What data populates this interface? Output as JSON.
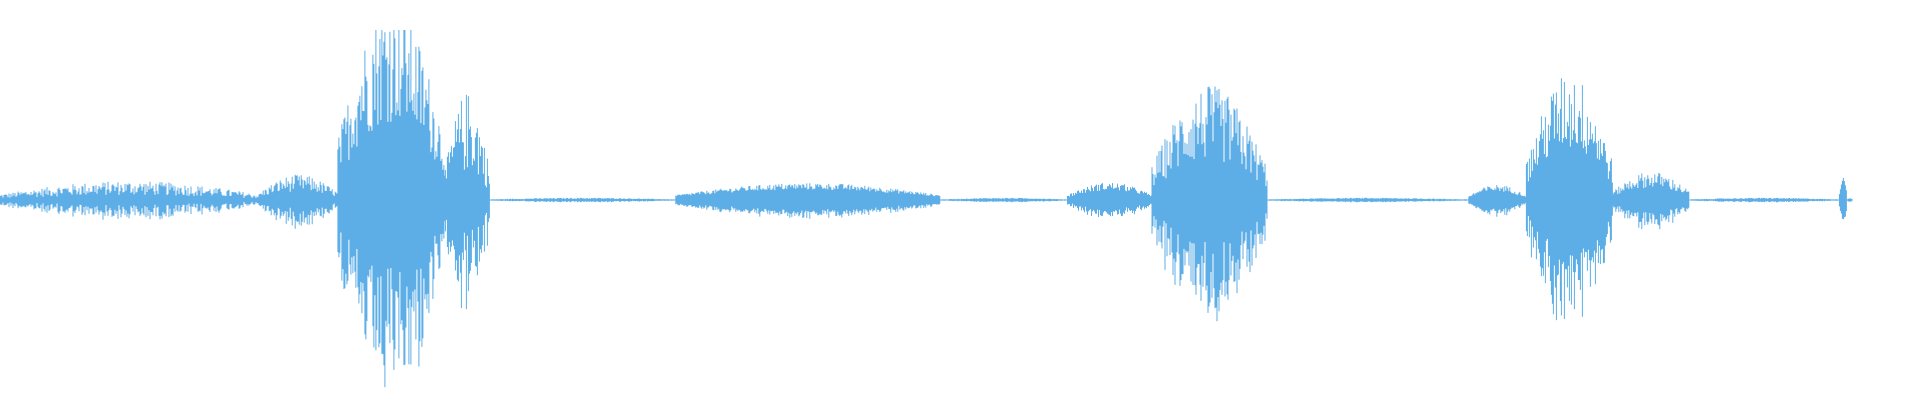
{
  "waveform": {
    "color": "#5daee6",
    "background": "#ffffff",
    "segments": [
      {
        "start": 0.0,
        "end": 0.135,
        "level": 0.07,
        "jitter": 0.6
      },
      {
        "start": 0.135,
        "end": 0.176,
        "level": 0.1,
        "jitter": 0.5
      },
      {
        "start": 0.176,
        "end": 0.232,
        "level": 0.82,
        "jitter": 0.45
      },
      {
        "start": 0.232,
        "end": 0.255,
        "level": 0.4,
        "jitter": 0.6
      },
      {
        "start": 0.255,
        "end": 0.352,
        "level": 0.01,
        "jitter": 0.3
      },
      {
        "start": 0.352,
        "end": 0.49,
        "level": 0.08,
        "jitter": 0.25
      },
      {
        "start": 0.49,
        "end": 0.556,
        "level": 0.01,
        "jitter": 0.3
      },
      {
        "start": 0.556,
        "end": 0.6,
        "level": 0.08,
        "jitter": 0.3
      },
      {
        "start": 0.6,
        "end": 0.66,
        "level": 0.45,
        "jitter": 0.5
      },
      {
        "start": 0.66,
        "end": 0.765,
        "level": 0.01,
        "jitter": 0.3
      },
      {
        "start": 0.765,
        "end": 0.795,
        "level": 0.07,
        "jitter": 0.3
      },
      {
        "start": 0.795,
        "end": 0.84,
        "level": 0.52,
        "jitter": 0.45
      },
      {
        "start": 0.84,
        "end": 0.88,
        "level": 0.12,
        "jitter": 0.4
      },
      {
        "start": 0.88,
        "end": 0.958,
        "level": 0.01,
        "jitter": 0.3
      },
      {
        "start": 0.958,
        "end": 0.962,
        "level": 0.12,
        "jitter": 0.1
      },
      {
        "start": 0.962,
        "end": 0.965,
        "level": 0.01,
        "jitter": 0.1
      }
    ]
  }
}
